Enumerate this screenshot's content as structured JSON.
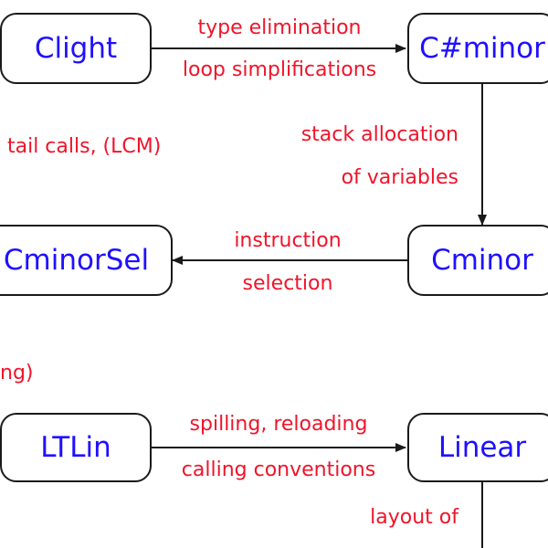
{
  "colors": {
    "node_text": "#1f10ff",
    "label_text": "#f0142a",
    "border": "#1a1a1a",
    "arrow": "#1a1a1a",
    "background": "#ffffff"
  },
  "nodes": {
    "clight": "Clight",
    "csharpminor": "C#minor",
    "cminor": "Cminor",
    "cminorsel": "CminorSel",
    "ltlin": "LTLin",
    "linear": "Linear"
  },
  "edges": {
    "clight_to_csharpminor": [
      "type elimination",
      "loop simplifications"
    ],
    "csharpminor_to_cminor": [
      "stack allocation",
      "of variables"
    ],
    "cminor_to_cminorsel": [
      "instruction",
      "selection"
    ],
    "ltlin_to_linear": [
      "spilling, reloading",
      "calling conventions"
    ],
    "linear_out": [
      "layout of"
    ]
  },
  "fragments": {
    "tail_calls": ", tail calls, (LCM)",
    "ng": "ng)"
  }
}
